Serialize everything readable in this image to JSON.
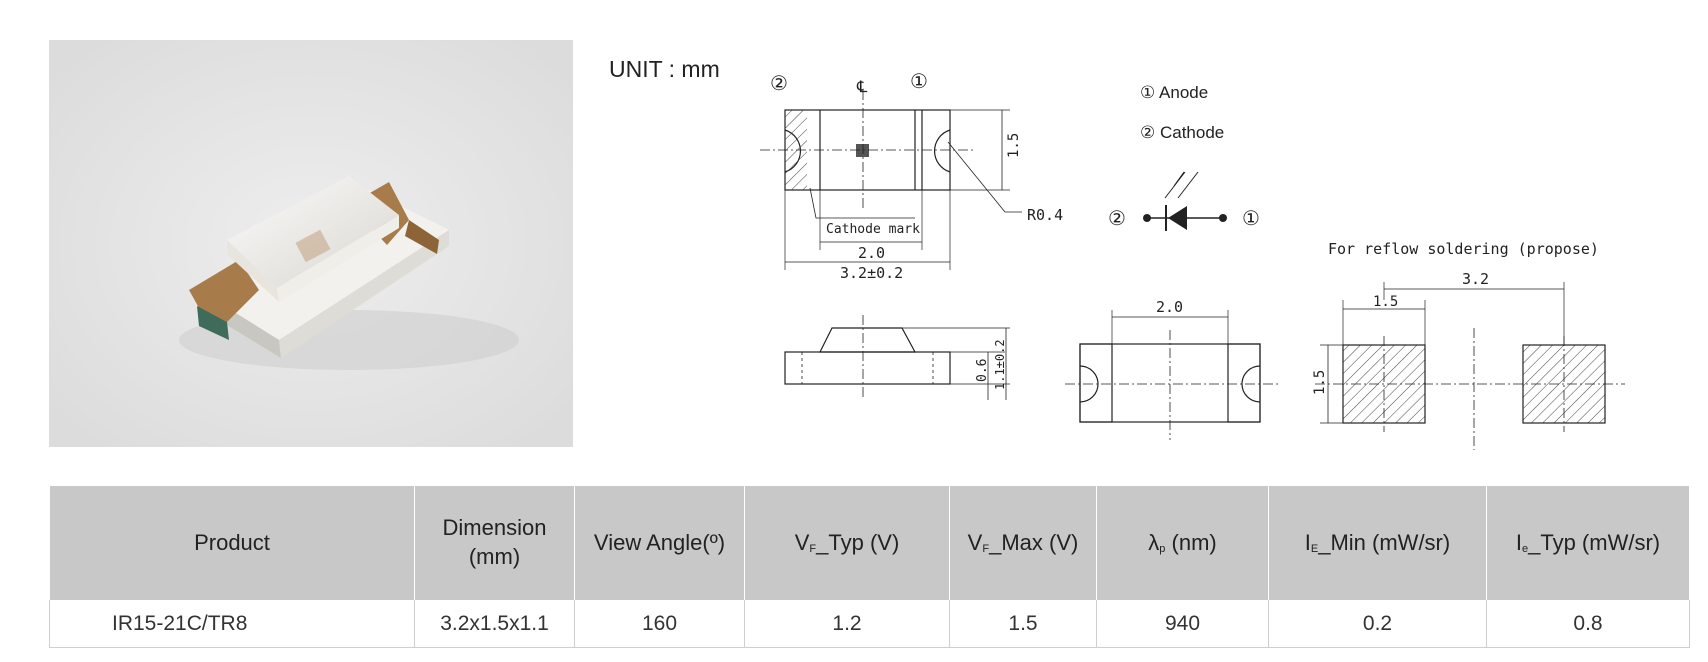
{
  "unit_label": "UNIT : mm",
  "drawing": {
    "pin2_top": "②",
    "pin1_top": "①",
    "centerline": "℄",
    "pin1_legend": "① Anode",
    "pin2_legend": "② Cathode",
    "height_top": "1.5",
    "radius": "R0.4",
    "cathode_mark": "Cathode mark",
    "inner_width": "2.0",
    "overall_width": "3.2±0.2",
    "symbol_left": "②",
    "symbol_right": "①",
    "side_h1": "0.6",
    "side_h2": "1.1±0.2",
    "bottom_width": "2.0",
    "reflow_title": "For reflow soldering (propose)",
    "pad_pitch": "3.2",
    "pad_width": "1.5",
    "pad_height": "1.5"
  },
  "table": {
    "headers": [
      "Product",
      "Dimension (mm)",
      "View Angle(º)",
      "VF_Typ (V)",
      "VF_Max (V)",
      "λp (nm)",
      "IE_Min (mW/sr)",
      "Ie_Typ (mW/sr)"
    ],
    "header_parts": {
      "dimension_1": "Dimension",
      "dimension_2": "(mm)",
      "vf_typ_main": "V",
      "vf_typ_sub": "F",
      "vf_typ_rest": "_Typ (V)",
      "vf_max_main": "V",
      "vf_max_sub": "F",
      "vf_max_rest": "_Max (V)",
      "lp_main": "λ",
      "lp_sub": "p",
      "lp_rest": " (nm)",
      "ie_min_main": "I",
      "ie_min_sub": "E",
      "ie_min_rest": "_Min (mW/sr)",
      "ie_typ_main": "I",
      "ie_typ_sub": "e",
      "ie_typ_rest": "_Typ (mW/sr)"
    },
    "rows": [
      [
        "IR15-21C/TR8",
        "3.2x1.5x1.1",
        "160",
        "1.2",
        "1.5",
        "940",
        "0.2",
        "0.8"
      ]
    ]
  },
  "colors": {
    "header_bg": "#c8c8c8",
    "photo_bg": "#e6e6e6",
    "terminal": "#a87c4a"
  }
}
